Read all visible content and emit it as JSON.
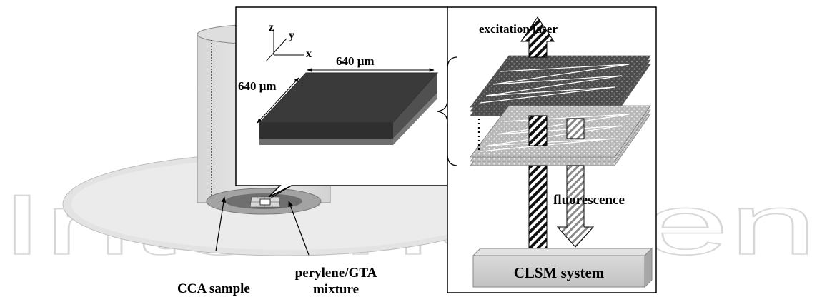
{
  "axes": {
    "z": "z",
    "y": "y",
    "x": "x"
  },
  "dimensions": {
    "width": "640 μm",
    "depth": "640 μm"
  },
  "labels": {
    "excitation": "excitation laser",
    "fluorescence": "fluorescence",
    "system": "CLSM system",
    "sample": "CCA sample",
    "mixture_line1": "perylene/GTA",
    "mixture_line2": "mixture"
  },
  "watermark": "IntechOpen",
  "colors": {
    "block_top": "#3c3c3c",
    "block_side": "#4a4a4a",
    "block_base": "#6e6e6e",
    "plane_dark": "#4d4d4d",
    "plane_light": "#b9b9b9",
    "system_box": "#c8c8c8"
  }
}
